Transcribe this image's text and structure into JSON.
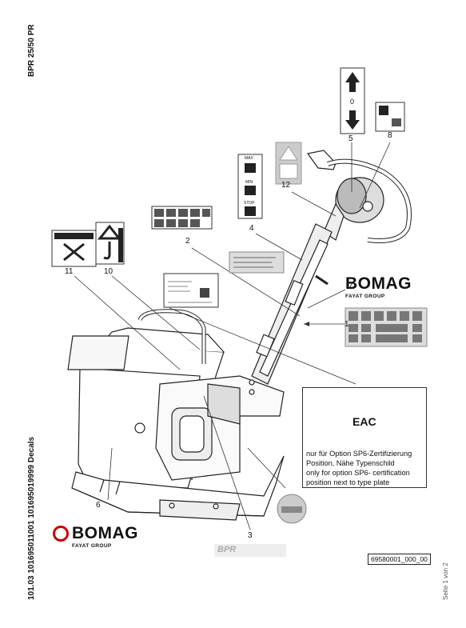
{
  "header": {
    "model": "BPR 25/50 PR"
  },
  "side": {
    "part_numbers": "101.03 101695011001 101695019999 Decals"
  },
  "footer": {
    "page": "Seite 1 von 2",
    "doc_id": "69580001_000_00"
  },
  "brand": {
    "name": "BOMAG",
    "tagline": "FAYAT GROUP"
  },
  "cert_note": {
    "line1": "nur für Option SP6-Zertifizierung",
    "line2": "Position, Nähe Typenschild",
    "line3": "only for option SP6- certification",
    "line4": "position next to type plate"
  },
  "cert_mark": "EAC",
  "decals": {
    "n1": "1",
    "n2": "2",
    "n3": "3",
    "n4": "4",
    "n5": "5",
    "n6": "6",
    "n7": "7",
    "n8": "8",
    "n10": "10",
    "n11": "11",
    "n12": "12"
  },
  "throttle": {
    "max": "MAX",
    "min": "MIN",
    "stop": "STOP"
  },
  "lever_decal": {
    "zero": "0"
  },
  "machine_badge": "BPR"
}
